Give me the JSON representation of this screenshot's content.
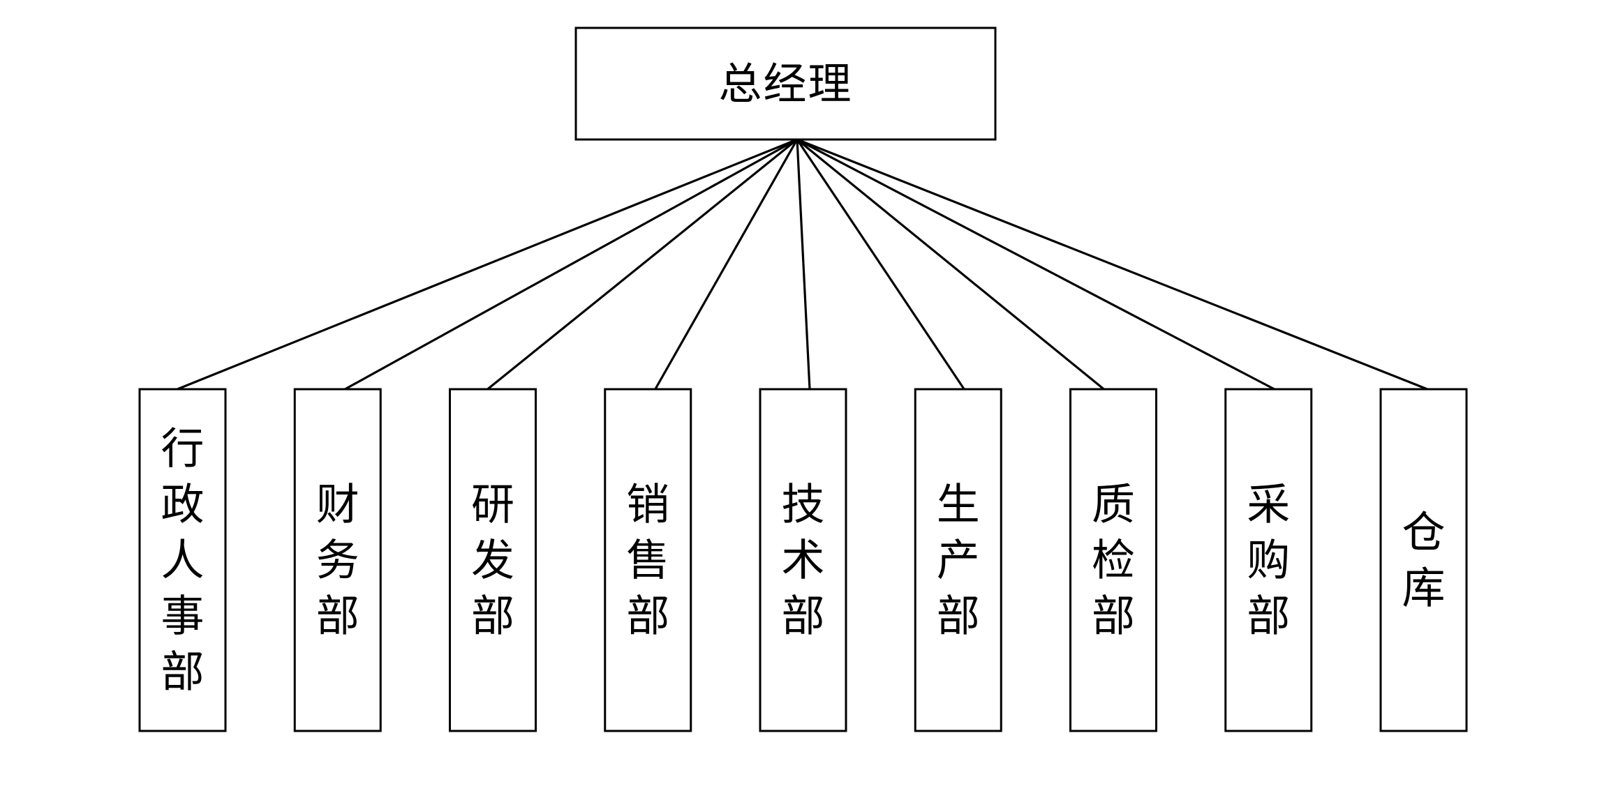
{
  "root": {
    "label": "总经理"
  },
  "departments": [
    {
      "label": "行政人事部"
    },
    {
      "label": "财务部"
    },
    {
      "label": "研发部"
    },
    {
      "label": "销售部"
    },
    {
      "label": "技术部"
    },
    {
      "label": "生产部"
    },
    {
      "label": "质检部"
    },
    {
      "label": "采购部"
    },
    {
      "label": "仓库"
    }
  ],
  "colors": {
    "stroke": "#000000",
    "fill": "#ffffff",
    "text": "#000000"
  }
}
